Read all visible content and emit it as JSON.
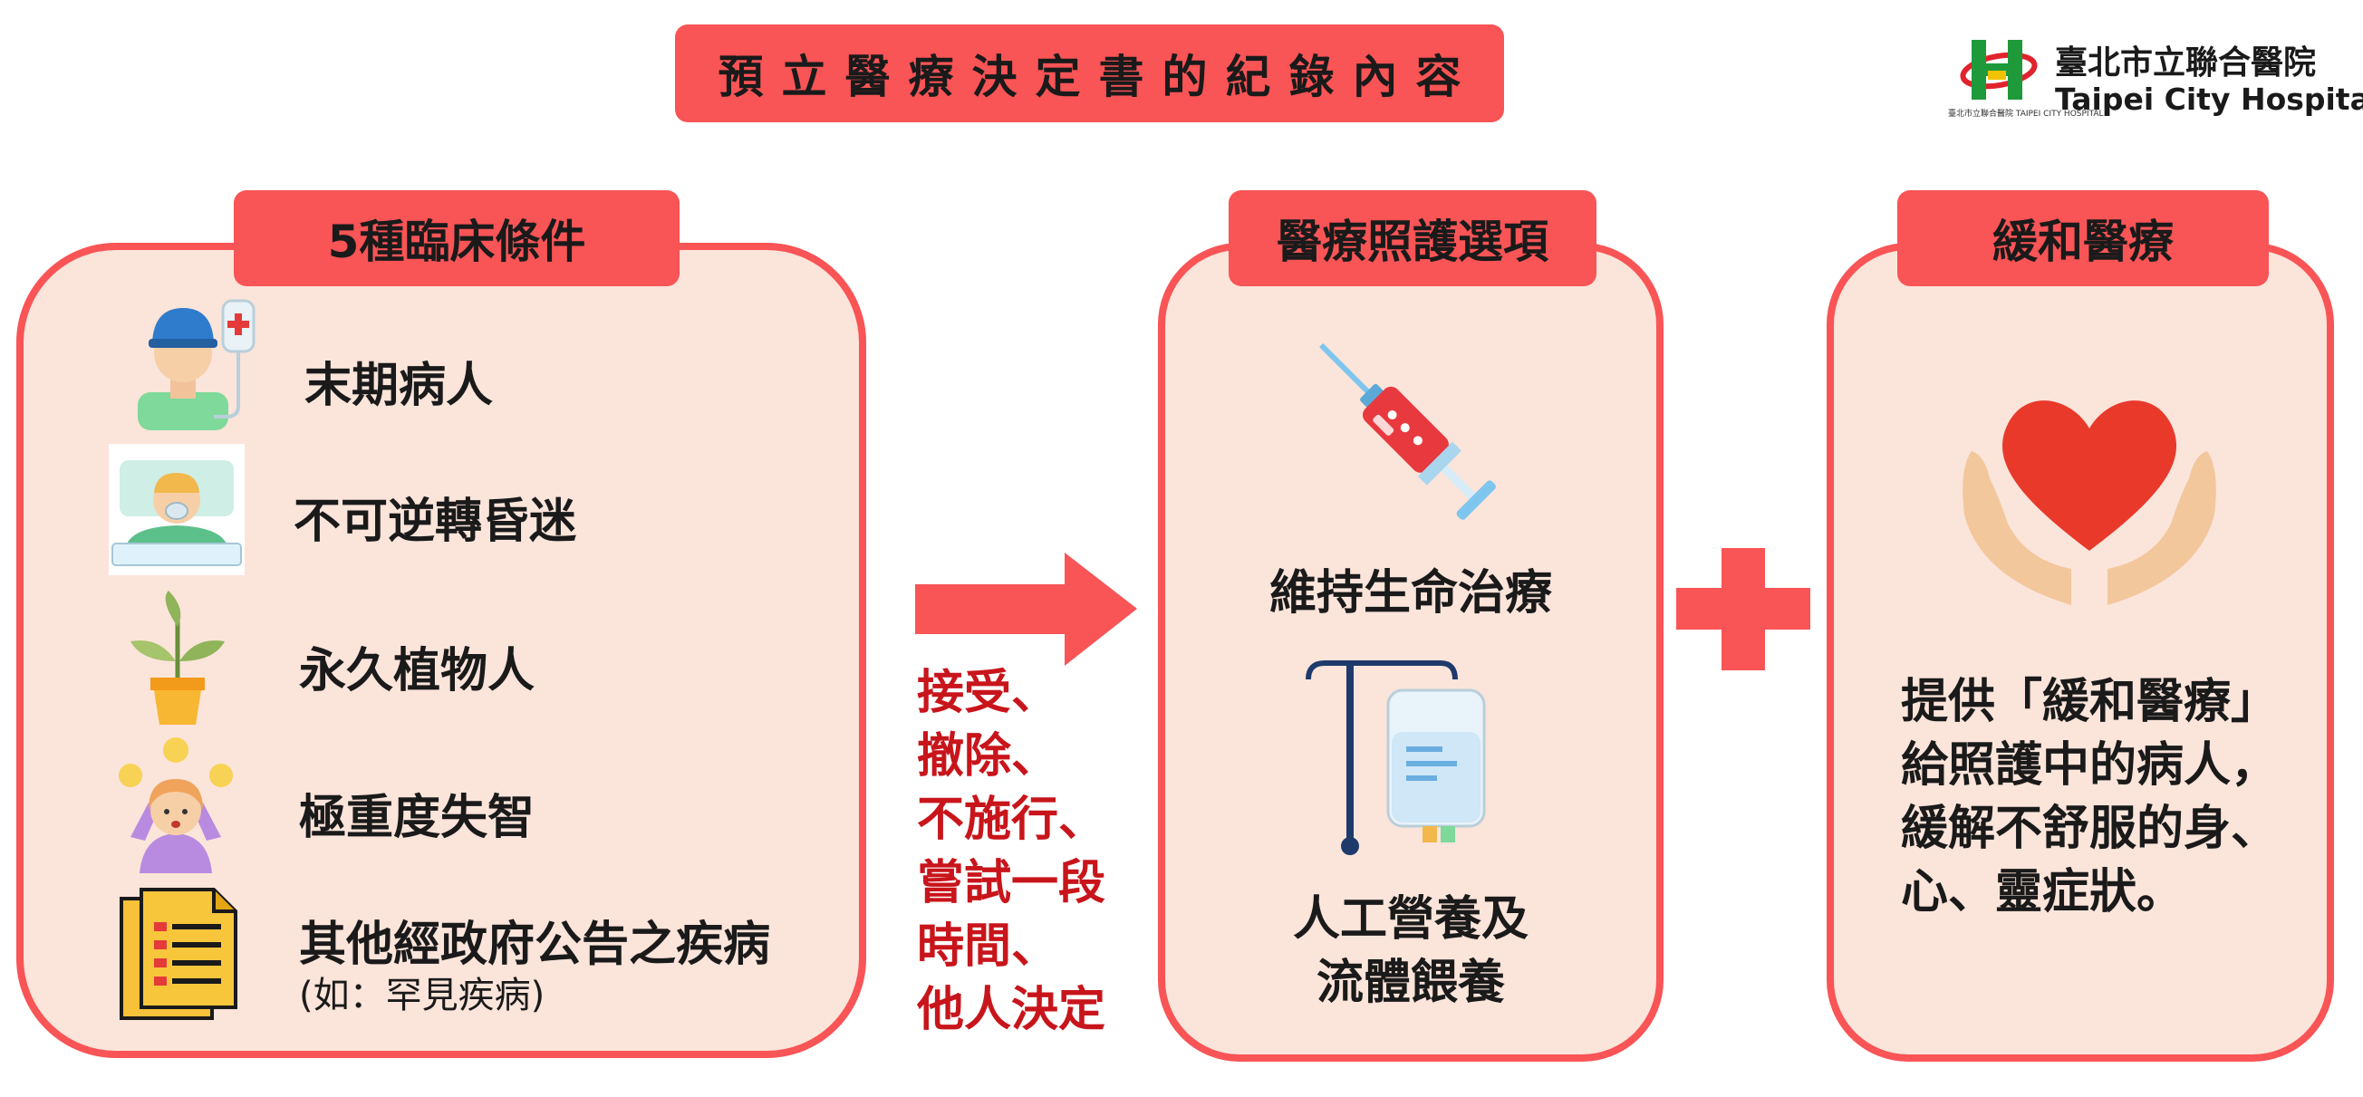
{
  "title": "預立醫療決定書的紀錄內容",
  "logo": {
    "name_cn": "臺北市立聯合醫院",
    "name_en": "Taipei City Hospital",
    "caption_cn": "臺北市立聯合醫院",
    "caption_en": "TAIPEI CITY HOSPITAL"
  },
  "conditions": {
    "heading": "5種臨床條件",
    "items": [
      {
        "label": "末期病人",
        "icon": "patient-iv-icon"
      },
      {
        "label": "不可逆轉昏迷",
        "icon": "coma-patient-icon"
      },
      {
        "label": "永久植物人",
        "icon": "potted-plant-icon"
      },
      {
        "label": "極重度失智",
        "icon": "confused-person-icon"
      },
      {
        "label": "其他經政府公告之疾病",
        "sub": "(如：罕見疾病)",
        "icon": "document-icon"
      }
    ]
  },
  "decisions": [
    "接受、",
    "撤除、",
    "不施行、",
    "嘗試一段",
    "時間、",
    "他人決定"
  ],
  "care_options": {
    "heading": "醫療照護選項",
    "life_support": "維持生命治療",
    "nutrition_lines": [
      "人工營養及",
      "流體餵養"
    ]
  },
  "palliative": {
    "heading": "緩和醫療",
    "lines": [
      "提供「緩和醫療」",
      "給照護中的病人，",
      "緩解不舒服的身、",
      "心、靈症狀。"
    ]
  },
  "colors": {
    "accent": "#f95456",
    "panel_fill": "#fbe4da",
    "decision_text": "#c8151b"
  }
}
